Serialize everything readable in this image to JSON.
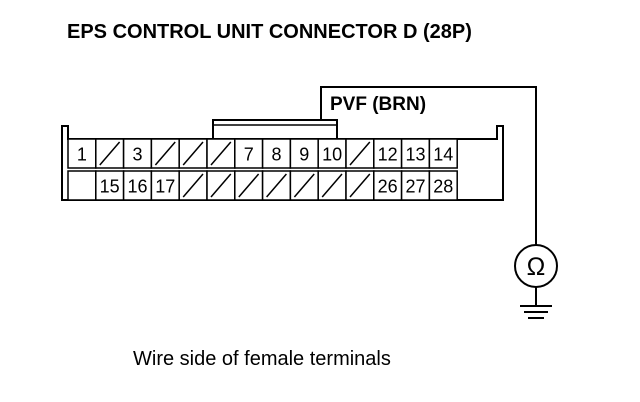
{
  "title": "EPS CONTROL UNIT CONNECTOR D (28P)",
  "probe_label": "PVF (BRN)",
  "caption": "Wire side of female terminals",
  "meter_symbol": "Ω",
  "icons": {
    "meter": "ohmmeter-icon",
    "ground": "ground-icon"
  },
  "connector": {
    "pin_count": 28,
    "probed_pin": "9",
    "top_row": [
      {
        "type": "pin",
        "label": "1"
      },
      {
        "type": "blank"
      },
      {
        "type": "pin",
        "label": "3"
      },
      {
        "type": "blank"
      },
      {
        "type": "blank"
      },
      {
        "type": "blank"
      },
      {
        "type": "pin",
        "label": "7"
      },
      {
        "type": "pin",
        "label": "8"
      },
      {
        "type": "pin",
        "label": "9"
      },
      {
        "type": "pin",
        "label": "10"
      },
      {
        "type": "blank"
      },
      {
        "type": "pin",
        "label": "12"
      },
      {
        "type": "pin",
        "label": "13"
      },
      {
        "type": "pin",
        "label": "14"
      }
    ],
    "bottom_row": [
      {
        "type": "empty"
      },
      {
        "type": "pin",
        "label": "15"
      },
      {
        "type": "pin",
        "label": "16"
      },
      {
        "type": "pin",
        "label": "17"
      },
      {
        "type": "blank"
      },
      {
        "type": "blank"
      },
      {
        "type": "blank"
      },
      {
        "type": "blank"
      },
      {
        "type": "blank"
      },
      {
        "type": "blank"
      },
      {
        "type": "blank"
      },
      {
        "type": "pin",
        "label": "26"
      },
      {
        "type": "pin",
        "label": "27"
      },
      {
        "type": "pin",
        "label": "28"
      }
    ]
  }
}
